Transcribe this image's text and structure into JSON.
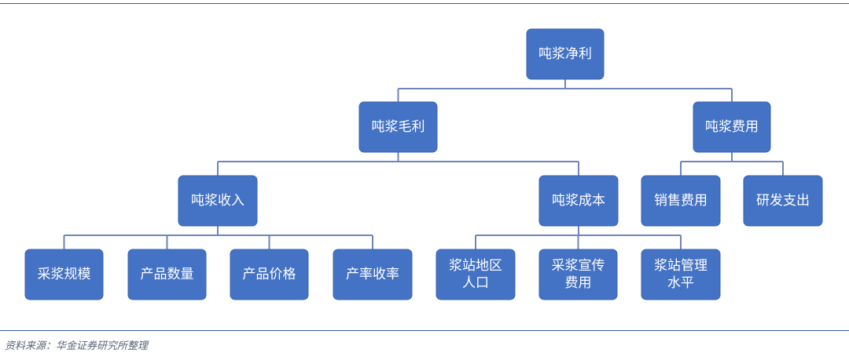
{
  "diagram": {
    "nodes": [
      {
        "id": "root",
        "lines": [
          "吨浆净利"
        ]
      },
      {
        "id": "gross",
        "lines": [
          "吨浆毛利"
        ]
      },
      {
        "id": "expense",
        "lines": [
          "吨浆费用"
        ]
      },
      {
        "id": "revenue",
        "lines": [
          "吨浆收入"
        ]
      },
      {
        "id": "cost",
        "lines": [
          "吨浆成本"
        ]
      },
      {
        "id": "selling",
        "lines": [
          "销售费用"
        ]
      },
      {
        "id": "rnd",
        "lines": [
          "研发支出"
        ]
      },
      {
        "id": "scale",
        "lines": [
          "采浆规模"
        ]
      },
      {
        "id": "volume",
        "lines": [
          "产品数量"
        ]
      },
      {
        "id": "price",
        "lines": [
          "产品价格"
        ]
      },
      {
        "id": "yield",
        "lines": [
          "产率收率"
        ]
      },
      {
        "id": "population",
        "lines": [
          "浆站地区",
          "人口"
        ]
      },
      {
        "id": "collection_fee",
        "lines": [
          "采浆宣传",
          "费用"
        ]
      },
      {
        "id": "management",
        "lines": [
          "浆站管理",
          "水平"
        ]
      }
    ],
    "edges": [
      {
        "from": "root",
        "to": [
          "gross",
          "expense"
        ]
      },
      {
        "from": "gross",
        "to": [
          "revenue",
          "cost"
        ]
      },
      {
        "from": "expense",
        "to": [
          "selling",
          "rnd"
        ]
      },
      {
        "from": "revenue",
        "to": [
          "scale",
          "volume",
          "price",
          "yield"
        ]
      },
      {
        "from": "cost",
        "to": [
          "population",
          "collection_fee",
          "management"
        ]
      }
    ]
  },
  "source_note": "资料来源：华金证券研究所整理",
  "colors": {
    "node_fill": "#4472c4",
    "node_text": "#ffffff",
    "edge": "#6d85b8",
    "rule": "#2f5fa7"
  }
}
